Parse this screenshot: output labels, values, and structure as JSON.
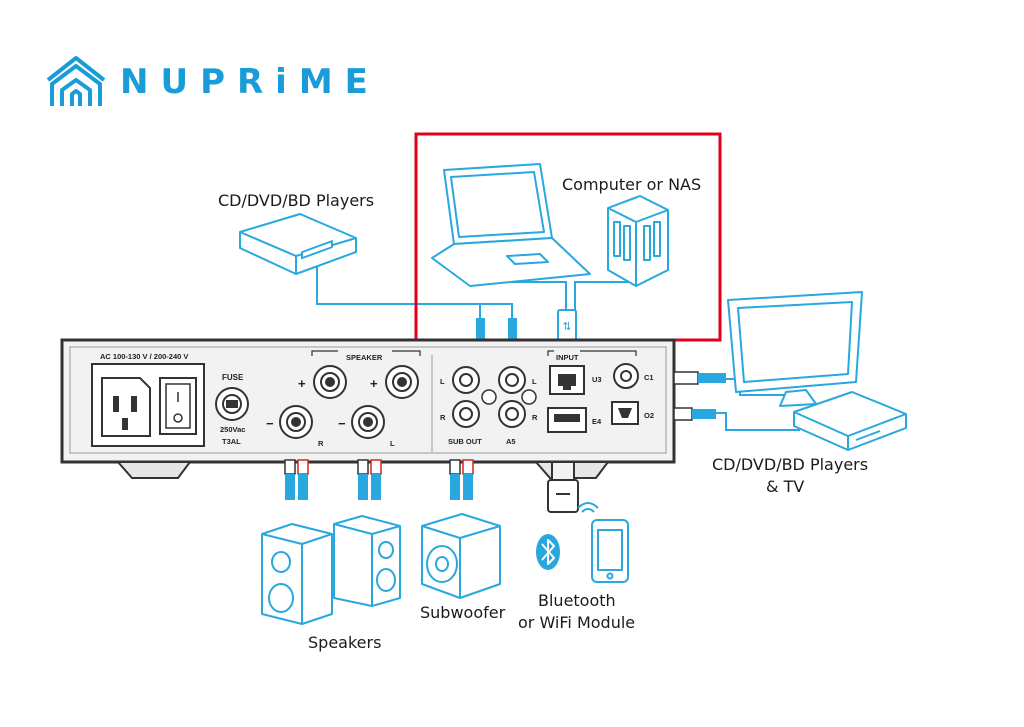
{
  "brand": {
    "name": "NUPRiME",
    "color": "#1a9cd8"
  },
  "colors": {
    "device_stroke": "#29a8e0",
    "highlight": "#e0001b",
    "panel": "#f2f2f2",
    "cable": "#29a8e0",
    "rca_red": "#d9241c"
  },
  "labels": {
    "cd_players_top": "CD/DVD/BD Players",
    "computer_nas": "Computer or NAS",
    "cd_players_tv_line1": "CD/DVD/BD Players",
    "cd_players_tv_line2": "& TV",
    "speakers": "Speakers",
    "subwoofer": "Subwoofer",
    "bt_wifi_line1": "Bluetooth",
    "bt_wifi_line2": "or WiFi Module"
  },
  "panel": {
    "ac_label": "AC 100-130 V / 200-240 V",
    "speaker_header": "SPEAKER",
    "input_header": "INPUT",
    "fuse_label": "FUSE",
    "fuse_rating": "250Vac",
    "fuse_type": "T3AL",
    "plus_left": "+",
    "plus_right": "+",
    "minus_left": "−",
    "minus_right": "−",
    "speaker_r": "R",
    "speaker_l": "L",
    "sub_l": "L",
    "sub_r": "R",
    "sub_out": "SUB OUT",
    "a5_l": "L",
    "a5_r": "R",
    "a5": "A5",
    "u3": "U3",
    "c1": "C1",
    "e4": "E4",
    "o2": "O2"
  },
  "icons": [
    "nuprime-logo-icon",
    "cd-player-icon",
    "laptop-icon",
    "nas-icon",
    "usb-plug-icon",
    "tv-icon",
    "speaker-icon",
    "subwoofer-icon",
    "bluetooth-icon",
    "phone-icon",
    "wifi-dongle-icon",
    "iec-power-socket-icon",
    "power-switch-icon"
  ]
}
